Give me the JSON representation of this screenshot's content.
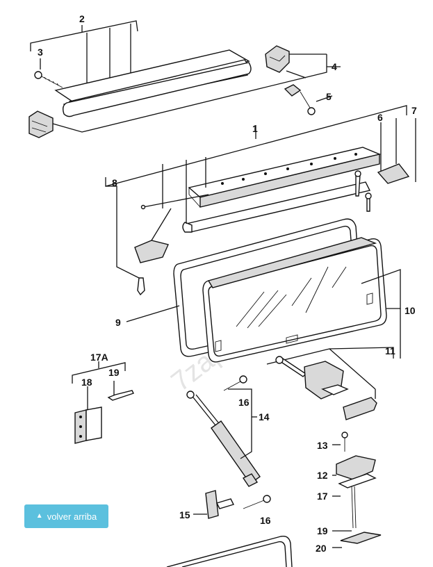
{
  "diagram": {
    "watermark": "7zap.com",
    "callouts": [
      "1",
      "2",
      "3",
      "4",
      "5",
      "6",
      "7",
      "8",
      "9",
      "10",
      "11",
      "12",
      "13",
      "14",
      "15",
      "16",
      "16",
      "17",
      "17A",
      "18",
      "19",
      "19",
      "20"
    ]
  },
  "ui": {
    "back_to_top_label": "volver arriba",
    "back_to_top_icon": "chevron-up-icon",
    "button_color": "#5bc0de"
  }
}
